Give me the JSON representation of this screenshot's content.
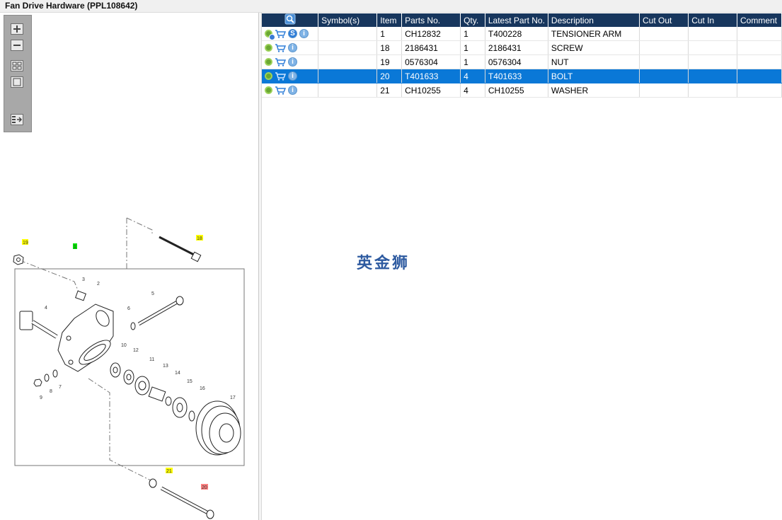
{
  "window": {
    "title": "Fan Drive Hardware (PPL108642)"
  },
  "toolbox": {
    "buttons": [
      {
        "name": "zoom-in",
        "glyph": "+"
      },
      {
        "name": "zoom-out",
        "glyph": "−"
      },
      {
        "name": "fit-all",
        "glyph": "▦"
      },
      {
        "name": "fit-window",
        "glyph": "□"
      },
      {
        "name": "export",
        "glyph": "⇶"
      }
    ]
  },
  "table": {
    "columns": [
      "",
      "Symbol(s)",
      "Item",
      "Parts No.",
      "Qty.",
      "Latest Part No.",
      "Description",
      "Cut Out",
      "Cut In",
      "Comment"
    ],
    "rows": [
      {
        "icons": [
          "gear-blue",
          "cart",
          "s",
          "info"
        ],
        "symbols": "",
        "item": "1",
        "parts_no": "CH12832",
        "qty": "1",
        "latest": "T400228",
        "description": "TENSIONER ARM",
        "cut_out": "",
        "cut_in": "",
        "comment": ""
      },
      {
        "icons": [
          "gear",
          "cart",
          "info"
        ],
        "symbols": "",
        "item": "18",
        "parts_no": "2186431",
        "qty": "1",
        "latest": "2186431",
        "description": "SCREW",
        "cut_out": "",
        "cut_in": "",
        "comment": ""
      },
      {
        "icons": [
          "gear",
          "cart",
          "info"
        ],
        "symbols": "",
        "item": "19",
        "parts_no": "0576304",
        "qty": "1",
        "latest": "0576304",
        "description": "NUT",
        "cut_out": "",
        "cut_in": "",
        "comment": ""
      },
      {
        "icons": [
          "gear",
          "cart",
          "info"
        ],
        "symbols": "",
        "item": "20",
        "parts_no": "T401633",
        "qty": "4",
        "latest": "T401633",
        "description": "BOLT",
        "cut_out": "",
        "cut_in": "",
        "comment": "",
        "selected": true
      },
      {
        "icons": [
          "gear",
          "cart",
          "info"
        ],
        "symbols": "",
        "item": "21",
        "parts_no": "CH10255",
        "qty": "4",
        "latest": "CH10255",
        "description": "WASHER",
        "cut_out": "",
        "cut_in": "",
        "comment": ""
      }
    ]
  },
  "watermark": "英金狮",
  "diagram": {
    "callouts": [
      "19",
      "1",
      "18",
      "3",
      "2",
      "4",
      "6",
      "5",
      "10",
      "12",
      "11",
      "13",
      "14",
      "15",
      "16",
      "17",
      "9",
      "8",
      "7",
      "21",
      "20"
    ],
    "highlight_yellow": "#ffff00",
    "highlight_green": "#00e000",
    "highlight_red": "#ff8080"
  },
  "colors": {
    "header": "#17365d",
    "selection": "#0a78d7"
  }
}
